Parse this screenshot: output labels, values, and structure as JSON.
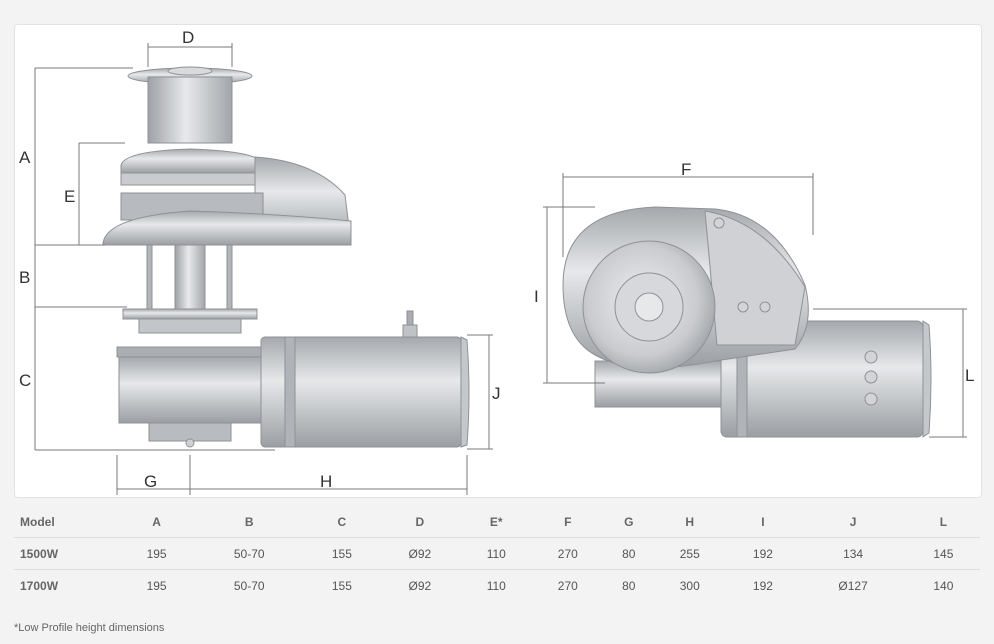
{
  "dimension_labels": {
    "A": "A",
    "B": "B",
    "C": "C",
    "D": "D",
    "E": "E",
    "F": "F",
    "G": "G",
    "H": "H",
    "I": "I",
    "J": "J",
    "L": "L"
  },
  "table": {
    "headers": [
      "Model",
      "A",
      "B",
      "C",
      "D",
      "E*",
      "F",
      "G",
      "H",
      "I",
      "J",
      "L"
    ],
    "rows": [
      [
        "1500W",
        "195",
        "50-70",
        "155",
        "Ø92",
        "110",
        "270",
        "80",
        "255",
        "192",
        "134",
        "145"
      ],
      [
        "1700W",
        "195",
        "50-70",
        "155",
        "Ø92",
        "110",
        "270",
        "80",
        "300",
        "192",
        "Ø127",
        "140"
      ]
    ]
  },
  "footnote": "*Low Profile height dimensions",
  "colors": {
    "metal_light": "#e4e6e8",
    "metal_mid": "#bfc2c6",
    "metal_dark": "#8e9196",
    "dimension_line": "#7a7a7a"
  }
}
